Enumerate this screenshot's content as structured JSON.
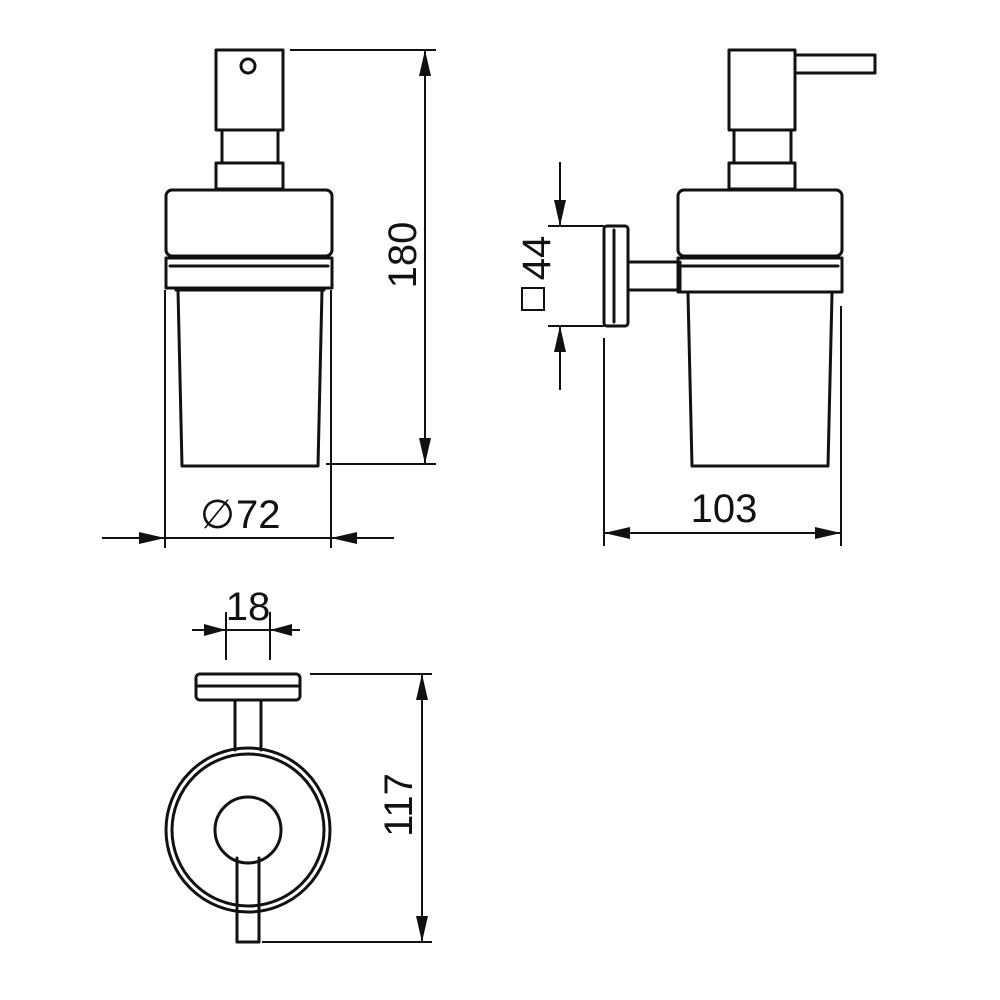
{
  "drawing": {
    "dimensions": {
      "front_diameter": "72",
      "front_height": "180",
      "side_depth": "103",
      "side_plate": "44",
      "top_plate_width": "18",
      "top_depth": "117"
    },
    "symbols": {
      "diameter_symbol": "∅",
      "square_symbol": "□"
    }
  }
}
